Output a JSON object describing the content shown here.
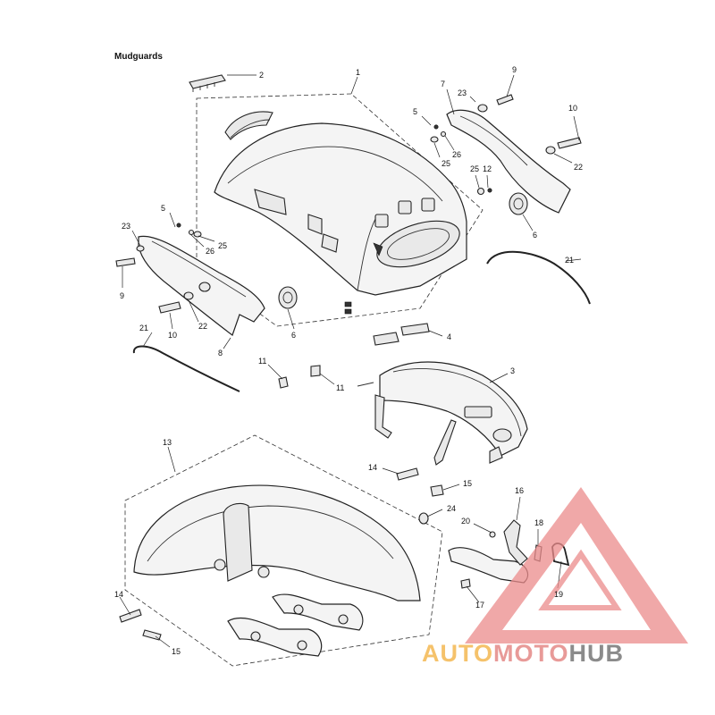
{
  "title": "Mudguards",
  "watermark": {
    "part1": "AUTO",
    "part2": "MOTO",
    "part3": "HUB"
  },
  "colors": {
    "logo_triangle": "#ec8c8c",
    "logo_text_orange": "#f5c26b",
    "logo_text_pink": "#e89a98",
    "logo_text_gray": "#8b8b8b"
  },
  "callouts": [
    "2",
    "1",
    "9",
    "7",
    "23",
    "5",
    "10",
    "26",
    "25",
    "22",
    "25",
    "12",
    "6",
    "5",
    "23",
    "26",
    "25",
    "21",
    "9",
    "10",
    "22",
    "6",
    "21",
    "8",
    "4",
    "11",
    "11",
    "3",
    "13",
    "14",
    "15",
    "16",
    "24",
    "20",
    "18",
    "19",
    "17",
    "14",
    "15"
  ]
}
